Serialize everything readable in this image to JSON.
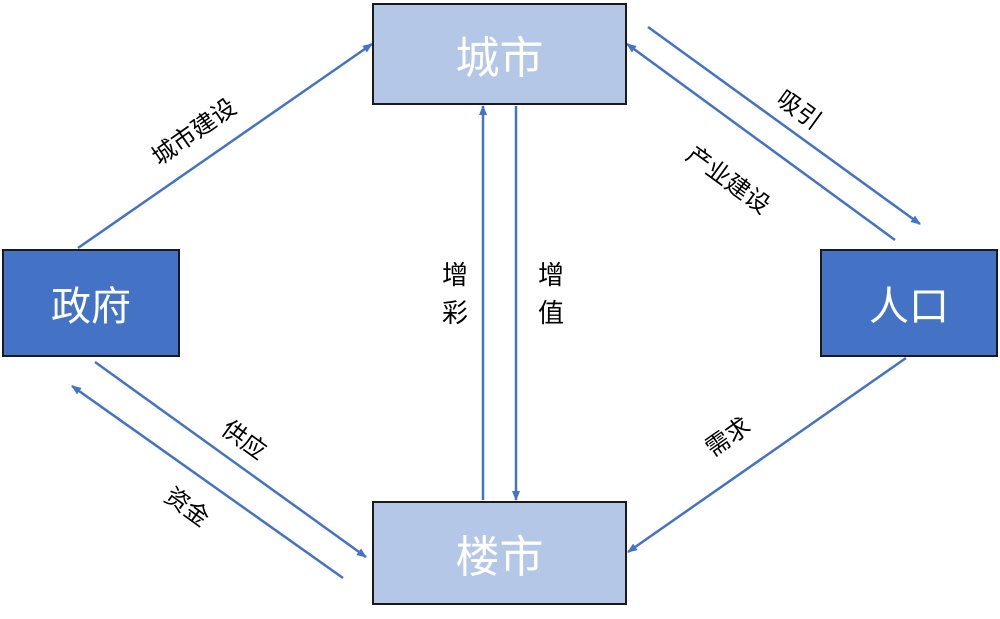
{
  "nodes": {
    "city": "城市",
    "government": "政府",
    "population": "人口",
    "housing_market": "楼市"
  },
  "edges": {
    "city_construction": "城市建设",
    "attract": "吸引",
    "industry_construction": "产业建设",
    "boost_char1": "增",
    "boost_char2": "彩",
    "appreciation_char1": "增",
    "appreciation_char2": "值",
    "supply": "供应",
    "funds": "资金",
    "demand": "需求"
  },
  "colors": {
    "light_box": "#b4c7e7",
    "dark_box": "#4472c4",
    "arrow": "#4472c4"
  }
}
